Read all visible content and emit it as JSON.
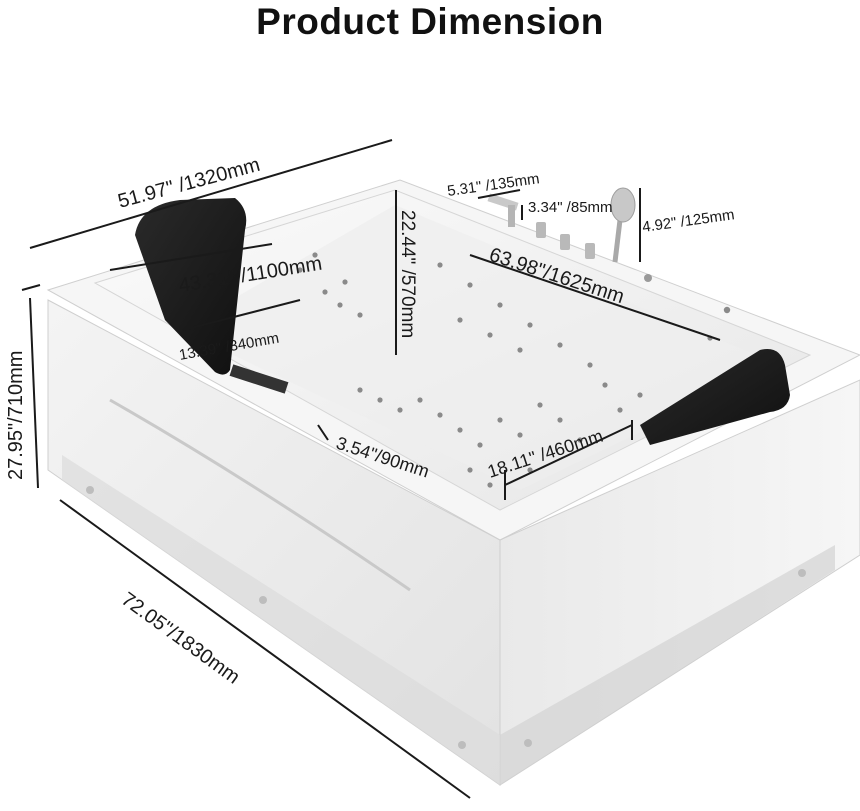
{
  "title": "Product Dimension",
  "dimensions": {
    "top_width": "51.97\" /1320mm",
    "outer_height": "27.95\"/710mm",
    "outer_length": "72.05\"/1830mm",
    "inner_width": "43.31\" /1100mm",
    "inner_depth": "22.44\" /570mm",
    "inner_length": "63.98\"/1625mm",
    "headrest_width": "13.39\" /340mm",
    "rim_width": "3.54\"/90mm",
    "bottom_width": "18.11\" /460mm",
    "faucet_spout": "5.31\" /135mm",
    "faucet_spacing": "3.34\" /85mm",
    "handshower_head": "4.92\" /125mm"
  },
  "colors": {
    "tub_white": "#f1f1f1",
    "tub_shadow": "#d9d9d9",
    "headrest_black": "#1c1c1c",
    "text": "#1a1a1a"
  }
}
